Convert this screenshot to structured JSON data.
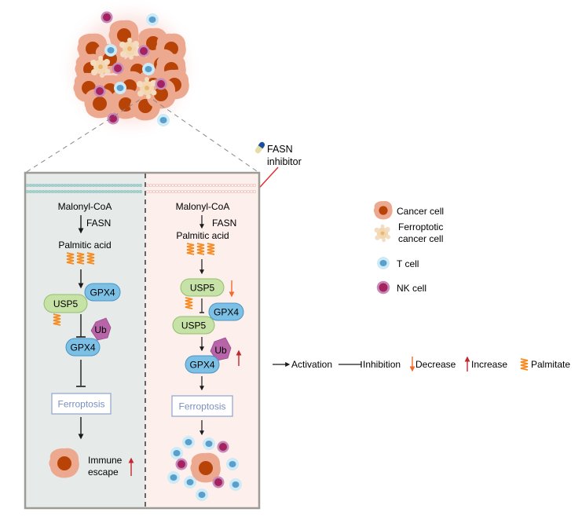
{
  "inhibitor": {
    "label_line1": "FASN",
    "label_line2": "inhibitor"
  },
  "left_panel": {
    "substrate": "Malonyl-CoA",
    "enzyme": "FASN",
    "product": "Palmitic acid",
    "proteins": {
      "usp5": "USP5",
      "gpx4_top": "GPX4",
      "ub": "Ub",
      "gpx4_bottom": "GPX4"
    },
    "ferroptosis": "Ferroptosis",
    "outcome_line1": "Immune",
    "outcome_line2": "escape"
  },
  "right_panel": {
    "substrate": "Malonyl-CoA",
    "enzyme": "FASN",
    "product": "Palmitic acid",
    "proteins": {
      "usp5_top": "USP5",
      "gpx4_mid": "GPX4",
      "usp5_mid": "USP5",
      "ub": "Ub",
      "gpx4_bottom": "GPX4"
    },
    "ferroptosis": "Ferroptosis"
  },
  "legend_cells": [
    {
      "icon": "cancer-cell-icon",
      "line1": "Cancer cell",
      "line2": ""
    },
    {
      "icon": "ferroptotic-cell-icon",
      "line1": "Ferroptotic",
      "line2": "cancer cell"
    },
    {
      "icon": "t-cell-icon",
      "line1": "T cell",
      "line2": ""
    },
    {
      "icon": "nk-cell-icon",
      "line1": "NK cell",
      "line2": ""
    }
  ],
  "legend_symbols": {
    "activation": "Activation",
    "inhibition": "Inhibition",
    "decrease": "Decrease",
    "increase": "Increase",
    "palmitate": "Palmitate"
  },
  "colors": {
    "cancer_body": "#eda98f",
    "cancer_nucleus": "#b84306",
    "tcell_outer": "#cdeaf7",
    "tcell_inner": "#5a9fcc",
    "nk_outer": "#c68bb8",
    "nk_inner": "#a3225f",
    "usp5_fill": "#c7e2a6",
    "gpx4_fill": "#7cc0e6",
    "ub_fill": "#b765a8",
    "left_bg": "#e6ebea",
    "right_bg": "#fcefec",
    "inhibit_red": "#e8262b",
    "decrease_orange": "#f26a2e",
    "increase_red": "#c3272e",
    "ferroptosis_text": "#7b8fbf"
  }
}
